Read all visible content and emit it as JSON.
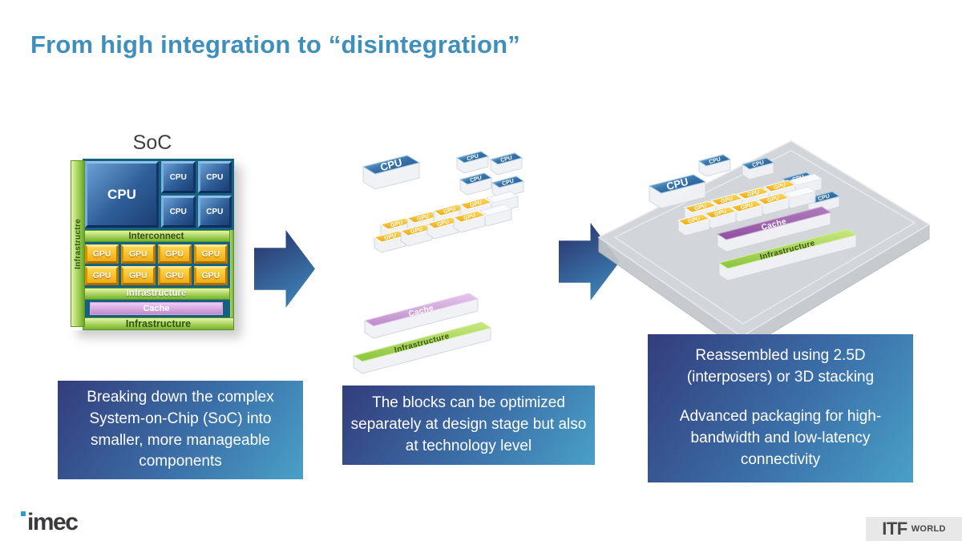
{
  "title": {
    "text": "From high integration to “disintegration”"
  },
  "soc_panel": {
    "heading": "SoC",
    "side_label": "Infrastructre",
    "cpu_large": "CPU",
    "cpu_small": [
      "CPU",
      "CPU",
      "CPU",
      "CPU"
    ],
    "interconnect": "Interconnect",
    "gpus": [
      "GPU",
      "GPU",
      "GPU",
      "GPU",
      "GPU",
      "GPU",
      "GPU",
      "GPU"
    ],
    "infrastructure_mid": "Infrastructure",
    "cache": "Cache",
    "infrastructure_bottom": "Infrastructure"
  },
  "chiplets_panel": {
    "cpu_large": "CPU",
    "cpu_small": [
      "CPU",
      "CPU",
      "CPU",
      "CPU"
    ],
    "gpus": [
      "GPU",
      "GPU",
      "GPU",
      "GPU",
      "GPU",
      "GPU",
      "GPU",
      "GPU"
    ],
    "cache": "Cache",
    "infrastructure": "Infrastructure"
  },
  "package_panel": {
    "cpu_large": "CPU",
    "cpu_small": [
      "CPU",
      "CPU",
      "CPU",
      "CPU"
    ],
    "gpus": [
      "GPU",
      "GPU",
      "GPU",
      "GPU",
      "GPU",
      "GPU",
      "GPU",
      "GPU"
    ],
    "cache": "Cache",
    "infrastructure": "Infrastructure"
  },
  "captions": {
    "left": "Breaking down the complex System-on-Chip (SoC) into smaller, more manageable components",
    "middle": "The blocks can be optimized separately at design stage but also at technology level",
    "right_line1": "Reassembled using 2.5D (interposers) or 3D stacking",
    "right_line2": "Advanced packaging for high-bandwidth and low-latency connectivity"
  },
  "footer": {
    "imec_logo": "imec",
    "itf": "ITF",
    "world": "WORLD"
  },
  "colors": {
    "title": "#3e8fbc",
    "caption_gradient_start": "#333d7c",
    "caption_gradient_end": "#49a0c8",
    "arrow_start": "#2b3b73",
    "arrow_end": "#3f86ba",
    "soc_background": "#16617f",
    "cpu_blue": "#2e5d97",
    "gpu_yellow": "#f2ab10",
    "cache_pink": "#c089cc",
    "infrastructure_green": "#8fc444",
    "imec_blue": "#2e9bd5"
  }
}
